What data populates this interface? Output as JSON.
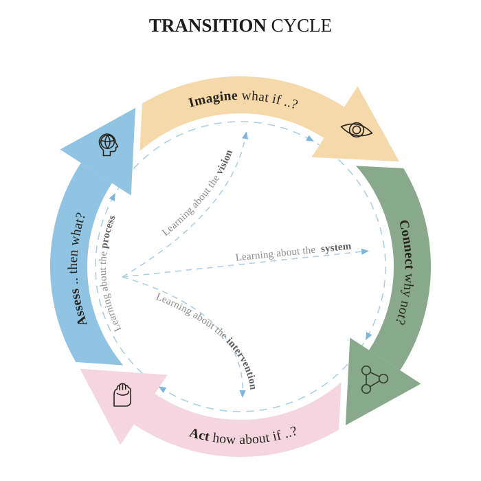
{
  "title": {
    "bold": "TRANSITION",
    "rest": " CYCLE"
  },
  "segments": [
    {
      "name": "imagine",
      "label_bold": "Imagine",
      "label_rest": " what if ..?",
      "color": "#f6d9ab",
      "icon": "eye"
    },
    {
      "name": "connect",
      "label_bold": "Connect",
      "label_rest": " why not?",
      "color": "#88a98b",
      "icon": "network-nodes"
    },
    {
      "name": "act",
      "label_bold": "Act",
      "label_rest": " how about if ..?",
      "color": "#f5d6e0",
      "icon": "raised-fist"
    },
    {
      "name": "assess",
      "label_bold": "Assess",
      "label_rest": " .. then what?",
      "color": "#90c4e2",
      "icon": "head-globe"
    }
  ],
  "learning_loops": [
    {
      "name": "vision",
      "text_pre": "Learning about the ",
      "text_bold": "vision"
    },
    {
      "name": "system",
      "text_pre": "Learning about the  ",
      "text_bold": "system"
    },
    {
      "name": "intervention",
      "text_pre": "Learning about the ",
      "text_bold": "intervention"
    },
    {
      "name": "process",
      "text_pre": "Learning about the ",
      "text_bold": "process"
    }
  ],
  "style": {
    "dash_color": "#a9cde3",
    "dash_arrow_color": "#7fb5da",
    "label_gray": "#8d8d8d",
    "label_gray_bold": "#5f5f5f",
    "ink": "#26231d"
  }
}
